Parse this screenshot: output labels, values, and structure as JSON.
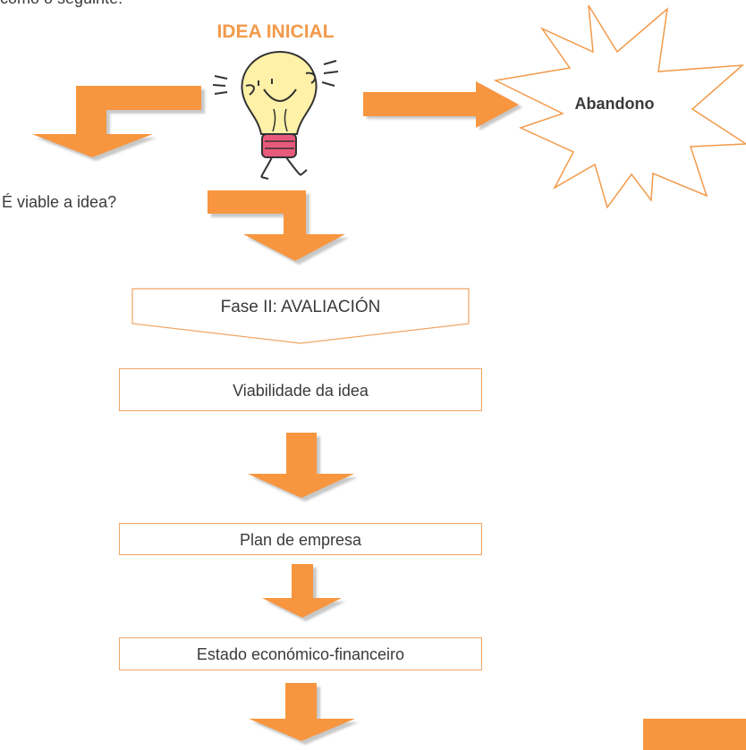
{
  "top_text": "como o seguinte:",
  "title": "IDEA INICIAL",
  "question": "É viable a idea?",
  "abandon": "Abandono",
  "steps": [
    "Fase II: AVALIACIÓN",
    "Viabilidade da idea",
    "Plan de empresa",
    "Estado económico-financeiro"
  ],
  "colors": {
    "arrow": "#f7963f",
    "arrow_shadow": "#c7c7c7",
    "box_border": "#f0a565",
    "title": "#f29a4a",
    "bulb": "#fff1a8"
  }
}
